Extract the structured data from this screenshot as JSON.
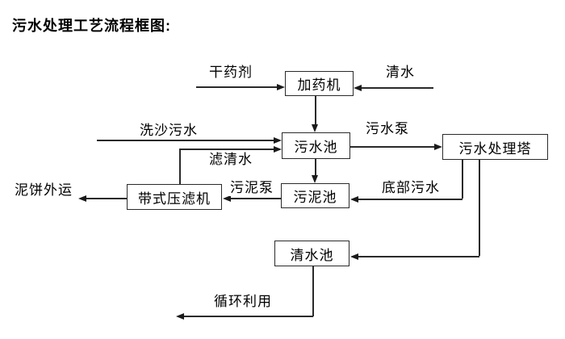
{
  "title": "污水处理工艺流程框图:",
  "nodes": {
    "dosing_machine": "加药机",
    "sewage_pool": "污水池",
    "treatment_tower": "污水处理塔",
    "belt_filter_press": "带式压滤机",
    "sludge_pool": "污泥池",
    "clean_water_pool": "清水池"
  },
  "flow_labels": {
    "dry_agent": "干药剂",
    "clean_water": "清水",
    "sand_washing_sewage": "洗沙污水",
    "filtered_water": "滤清水",
    "sewage_pump": "污水泵",
    "bottom_sewage": "底部污水",
    "sludge_pump": "污泥泵",
    "mud_cake_out": "泥饼外运",
    "recycle": "循环利用"
  },
  "colors": {
    "background": "#ffffff",
    "line": "#2a2a2a",
    "text": "#000000",
    "box_fill": "#ffffff"
  }
}
